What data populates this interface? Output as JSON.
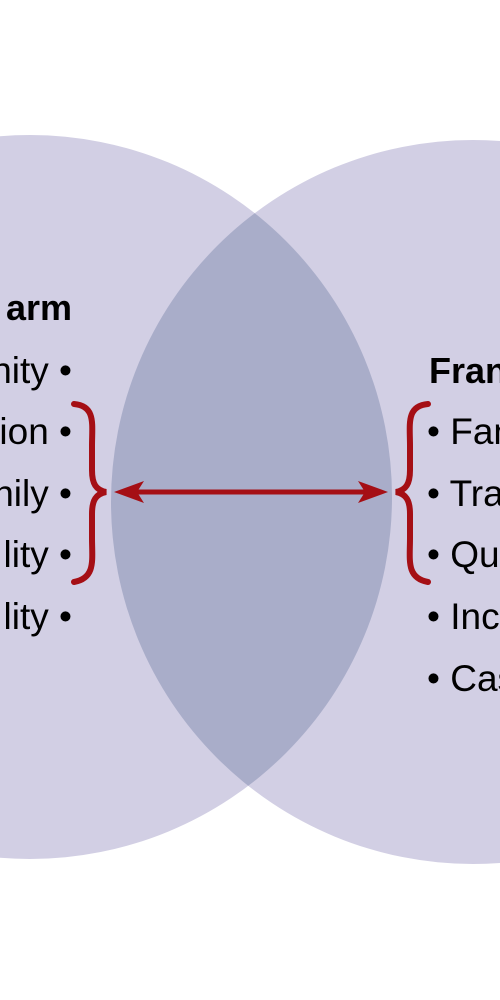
{
  "colors": {
    "circle_fill": "#d2cfe4",
    "overlap_fill": "#a9adc9",
    "arrow": "#a50f15",
    "text": "#000000"
  },
  "left_set": {
    "heading": "arm",
    "items": [
      "nity •",
      "ion •",
      "nily •",
      "lity •",
      "lity •"
    ]
  },
  "right_set": {
    "heading": "Fran",
    "items": [
      "• Fan",
      "• Tra",
      "• Qu",
      "• Inc",
      "• Cas"
    ]
  }
}
